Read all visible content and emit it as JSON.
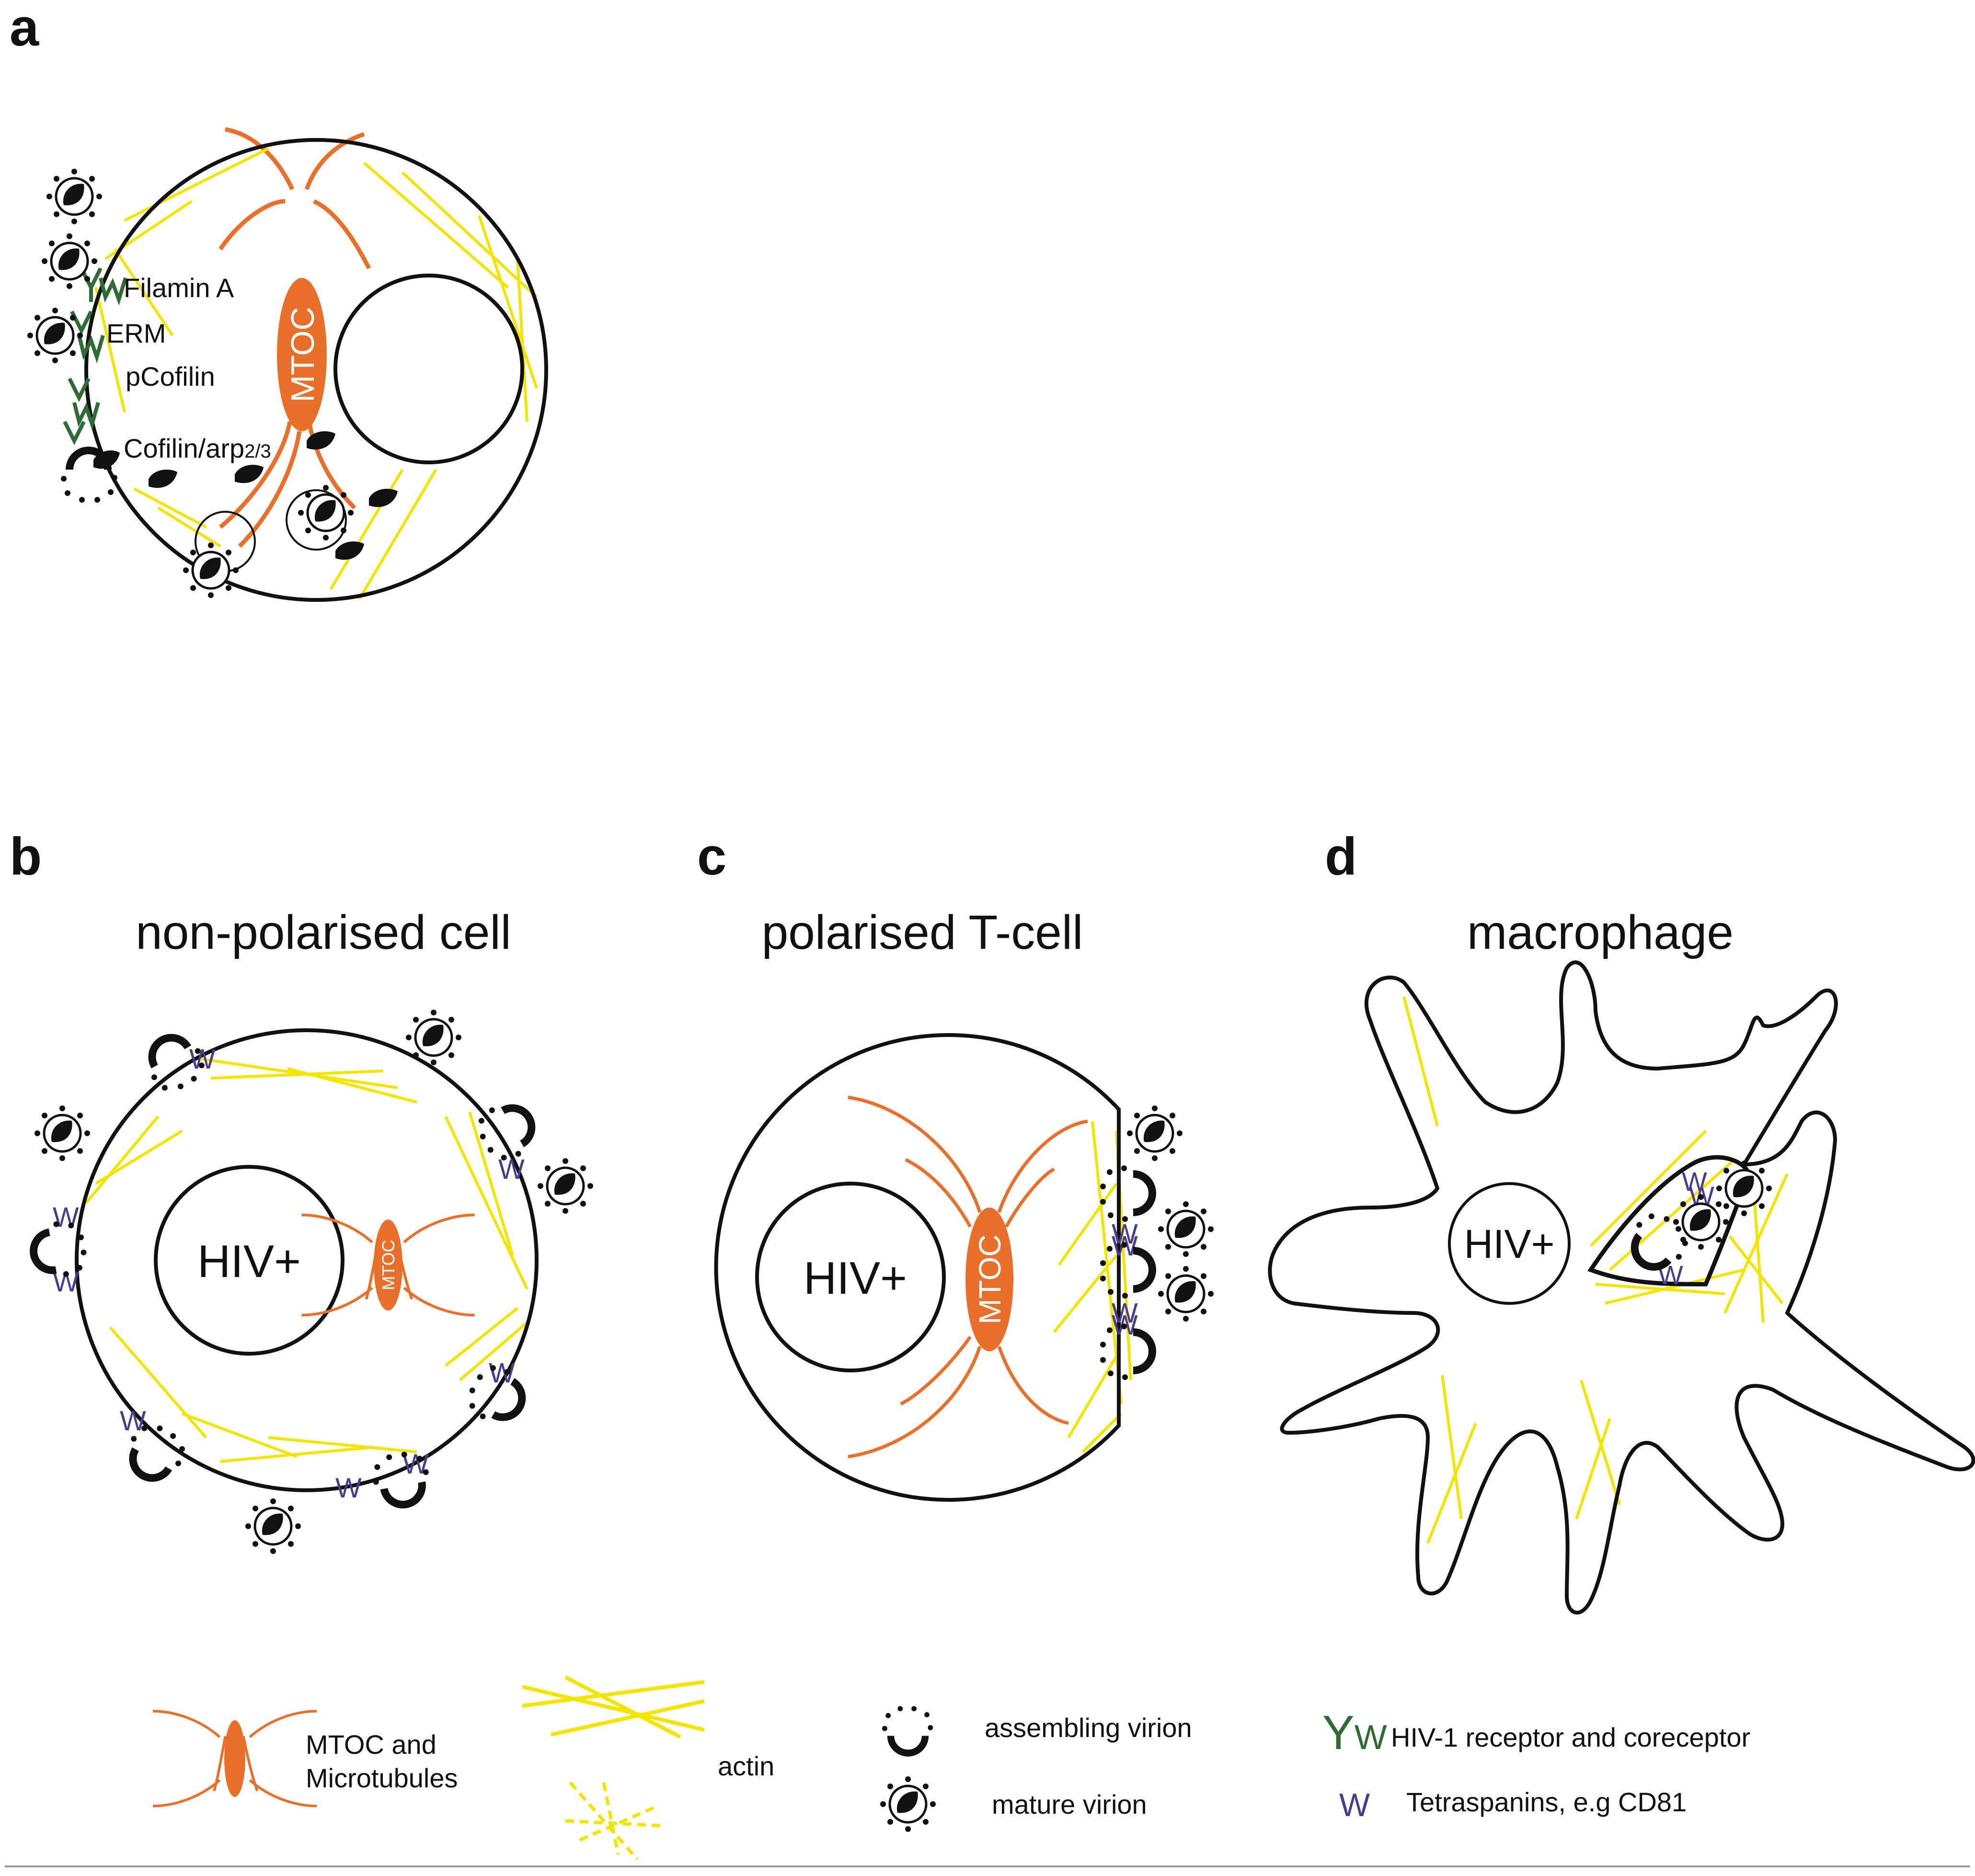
{
  "panels": {
    "a": {
      "letter": "a",
      "labels": {
        "filamin": "Filamin A",
        "erm": "ERM",
        "pcofilin": "pCofilin",
        "cofilin": "Cofilin/arp",
        "cofilin_sub": "2/3",
        "mtoc": "MTOC"
      }
    },
    "b": {
      "letter": "b",
      "title": "non-polarised cell",
      "nucleus": "HIV+",
      "mtoc": "MTOC"
    },
    "c": {
      "letter": "c",
      "title": "polarised T-cell",
      "nucleus": "HIV+",
      "mtoc": "MTOC"
    },
    "d": {
      "letter": "d",
      "title": "macrophage",
      "nucleus": "HIV+"
    }
  },
  "legend": {
    "mtoc_line1": "MTOC and",
    "mtoc_line2": "Microtubules",
    "actin": "actin",
    "assembling": "assembling virion",
    "mature": "mature virion",
    "receptor_glyph": "Y",
    "coreceptor_glyph": "W",
    "receptor": "HIV-1 receptor and coreceptor",
    "tetraspanin_glyph": "W",
    "tetraspanin": "Tetraspanins, e.g CD81"
  },
  "colors": {
    "microtubule": "#E8702A",
    "actin": "#F2E600",
    "receptor": "#2E6B35",
    "tetraspanin": "#4A3C8C",
    "outline": "#111111"
  }
}
